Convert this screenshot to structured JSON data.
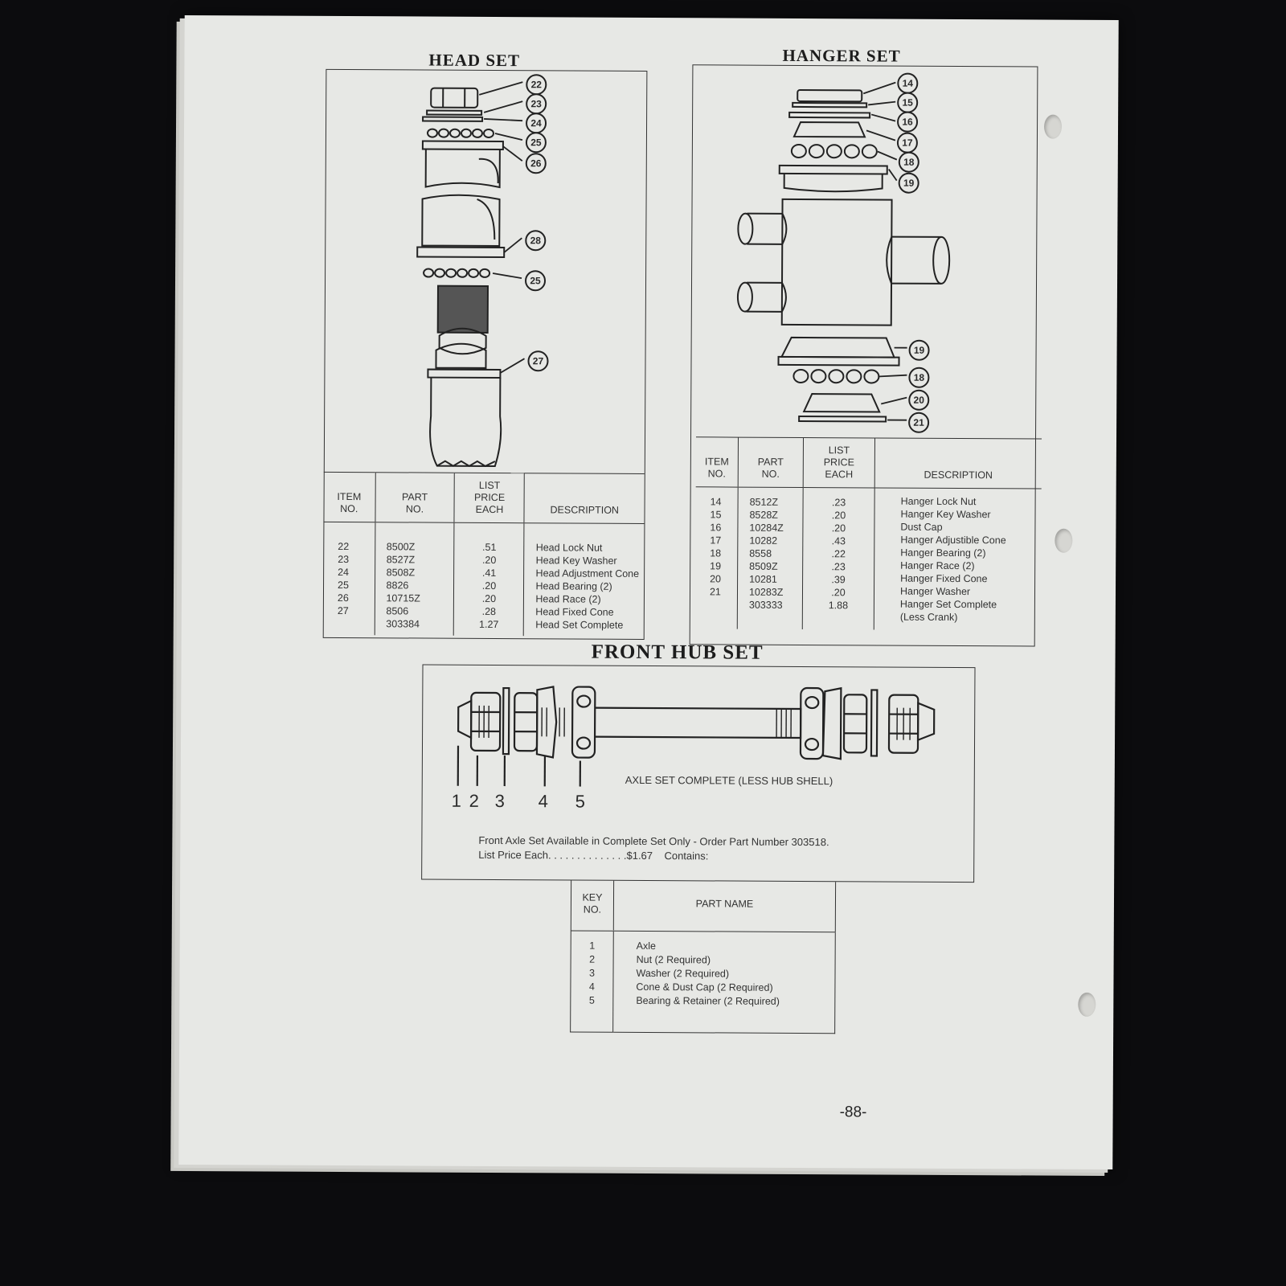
{
  "head_set": {
    "title": "HEAD SET",
    "callouts": [
      "22",
      "23",
      "24",
      "25",
      "26",
      "28",
      "25",
      "27"
    ],
    "table": {
      "headers": [
        "ITEM\nNO.",
        "PART\nNO.",
        "LIST\nPRICE\nEACH",
        "DESCRIPTION"
      ],
      "item_no": [
        "22",
        "23",
        "24",
        "25",
        "26",
        "27",
        ""
      ],
      "part_no": [
        "8500Z",
        "8527Z",
        "8508Z",
        "8826",
        "10715Z",
        "8506",
        "303384"
      ],
      "price": [
        ".51",
        ".20",
        ".41",
        ".20",
        ".20",
        ".28",
        "1.27"
      ],
      "description": [
        "Head Lock Nut",
        "Head Key Washer",
        "Head Adjustment Cone",
        "Head Bearing (2)",
        "Head Race (2)",
        "Head Fixed Cone",
        "Head Set Complete"
      ]
    }
  },
  "hanger_set": {
    "title": "HANGER SET",
    "callouts": [
      "14",
      "15",
      "16",
      "17",
      "18",
      "19",
      "19",
      "18",
      "20",
      "21"
    ],
    "table": {
      "headers": [
        "ITEM\nNO.",
        "PART\nNO.",
        "LIST\nPRICE\nEACH",
        "DESCRIPTION"
      ],
      "item_no": [
        "14",
        "15",
        "16",
        "17",
        "18",
        "19",
        "20",
        "21",
        ""
      ],
      "part_no": [
        "8512Z",
        "8528Z",
        "10284Z",
        "10282",
        "8558",
        "8509Z",
        "10281",
        "10283Z",
        "303333"
      ],
      "price": [
        ".23",
        ".20",
        ".20",
        ".43",
        ".22",
        ".23",
        ".39",
        ".20",
        "1.88"
      ],
      "description": [
        "Hanger Lock Nut",
        "Hanger Key Washer",
        "Dust Cap",
        "Hanger Adjustible Cone",
        "Hanger Bearing (2)",
        "Hanger Race (2)",
        "Hanger Fixed Cone",
        "Hanger Washer",
        "Hanger Set Complete",
        "(Less Crank)"
      ]
    }
  },
  "front_hub_set": {
    "title": "FRONT HUB SET",
    "key_numbers": [
      "1",
      "2",
      "3",
      "4",
      "5"
    ],
    "axle_label": "AXLE SET COMPLETE (LESS HUB SHELL)",
    "note_line1": "Front Axle Set Available in Complete Set Only - Order Part Number 303518.",
    "note_line2": "List Price Each. . . . . . . . . . . . . .$1.67    Contains:",
    "table": {
      "headers": [
        "KEY\nNO.",
        "PART NAME"
      ],
      "key_no": [
        "1",
        "2",
        "3",
        "4",
        "5"
      ],
      "part_name": [
        "Axle",
        "Nut (2 Required)",
        "Washer (2 Required)",
        "Cone & Dust Cap (2 Required)",
        "Bearing & Retainer (2 Required)"
      ]
    }
  },
  "page_number": "-88-"
}
